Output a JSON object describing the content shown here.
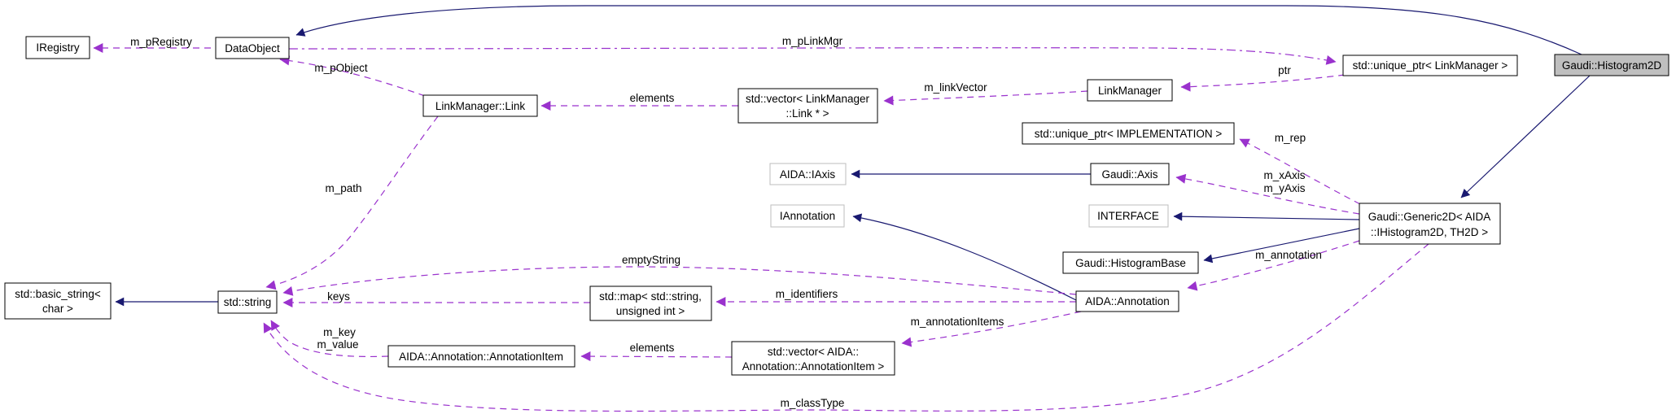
{
  "diagram": {
    "title": "Gaudi::Histogram2D collaboration graph",
    "type": "doxygen-collaboration-graph",
    "highlighted_node": "Gaudi::Histogram2D",
    "colors": {
      "background": "#ffffff",
      "inheritance_edge": "#191970",
      "usage_edge": "#9a32cd",
      "node_border": "#000000",
      "external_node_border": "#bdbdbd",
      "highlighted_node_fill": "#bfbfbf",
      "text": "#000000"
    }
  },
  "nodes": [
    {
      "id": "iregistry",
      "label": "IRegistry"
    },
    {
      "id": "dataobject",
      "label": "DataObject"
    },
    {
      "id": "linkmanager-link",
      "label": "LinkManager::Link"
    },
    {
      "id": "vector-linkmanager-link",
      "lines": [
        "std::vector< LinkManager",
        "::Link * >"
      ]
    },
    {
      "id": "linkmanager",
      "label": "LinkManager"
    },
    {
      "id": "unique-ptr-linkmanager",
      "label": "std::unique_ptr< LinkManager >"
    },
    {
      "id": "gaudi-histogram2d",
      "label": "Gaudi::Histogram2D"
    },
    {
      "id": "unique-ptr-implementation",
      "label": "std::unique_ptr< IMPLEMENTATION >"
    },
    {
      "id": "aida-iaxis",
      "label": "AIDA::IAxis"
    },
    {
      "id": "gaudi-axis",
      "label": "Gaudi::Axis"
    },
    {
      "id": "iannotation",
      "label": "IAnnotation"
    },
    {
      "id": "interface",
      "label": "INTERFACE"
    },
    {
      "id": "gaudi-histogrambase",
      "label": "Gaudi::HistogramBase"
    },
    {
      "id": "gaudi-generic2d",
      "lines": [
        "Gaudi::Generic2D< AIDA",
        "::IHistogram2D, TH2D >"
      ]
    },
    {
      "id": "std-basic-string",
      "lines": [
        "std::basic_string<",
        "char >"
      ]
    },
    {
      "id": "std-string",
      "label": "std::string"
    },
    {
      "id": "std-map",
      "lines": [
        "std::map< std::string,",
        "unsigned int >"
      ]
    },
    {
      "id": "aida-annotation",
      "label": "AIDA::Annotation"
    },
    {
      "id": "aida-annotation-item",
      "label": "AIDA::Annotation::AnnotationItem"
    },
    {
      "id": "vector-annotation-item",
      "lines": [
        "std::vector< AIDA::",
        "Annotation::AnnotationItem >"
      ]
    }
  ],
  "edge_labels": {
    "m_pRegistry": "m_pRegistry",
    "m_pObject": "m_pObject",
    "m_pLinkMgr": "m_pLinkMgr",
    "elements_links": "elements",
    "m_linkVector": "m_linkVector",
    "ptr": "ptr",
    "m_rep": "m_rep",
    "m_xAxis": "m_xAxis",
    "m_yAxis": "m_yAxis",
    "m_annotation": "m_annotation",
    "m_path": "m_path",
    "emptyString": "emptyString",
    "keys": "keys",
    "m_identifiers": "m_identifiers",
    "m_key": "m_key",
    "m_value": "m_value",
    "elements_items": "elements",
    "m_annotationItems": "m_annotationItems",
    "m_classType": "m_classType"
  }
}
